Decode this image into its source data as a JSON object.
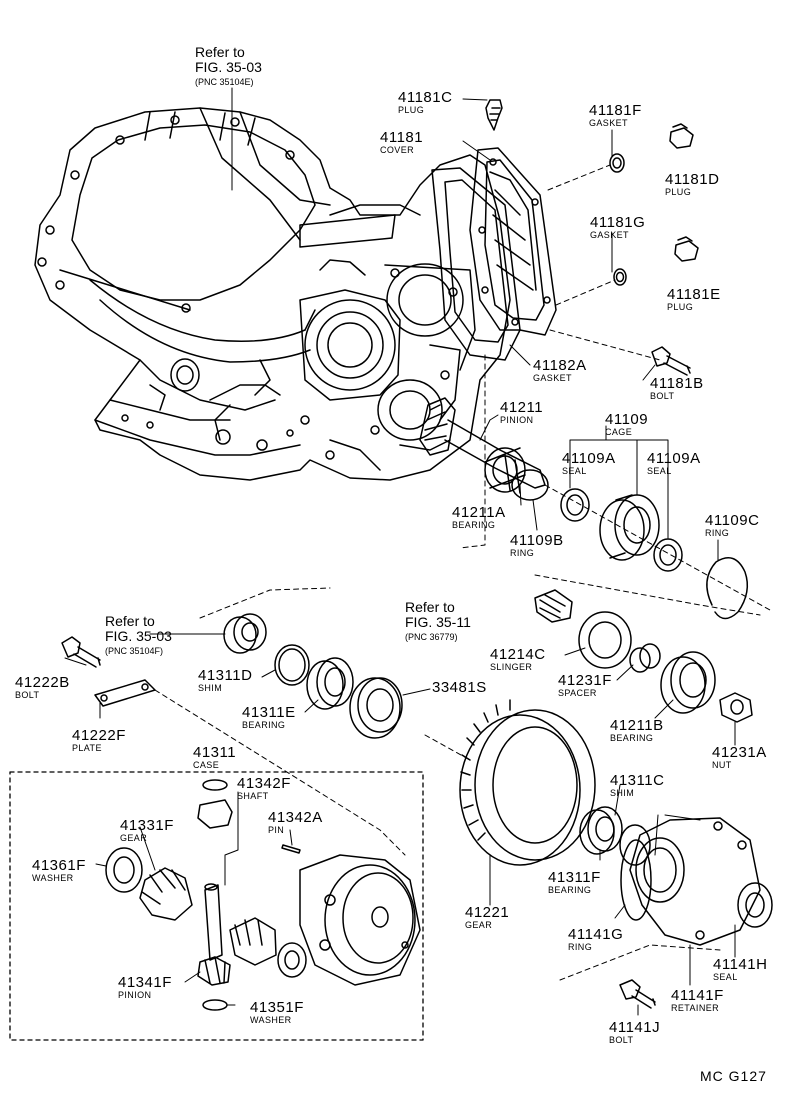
{
  "refs": [
    {
      "line1": "Refer to",
      "line2": "FIG. 35-03",
      "line3": "(PNC 35104E)"
    },
    {
      "line1": "Refer to",
      "line2": "FIG. 35-03",
      "line3": "(PNC 35104F)"
    },
    {
      "line1": "Refer to",
      "line2": "FIG. 35-11",
      "line3": "(PNC 36779)"
    }
  ],
  "parts": {
    "p41181c": {
      "number": "41181C",
      "name": "PLUG"
    },
    "p41181": {
      "number": "41181",
      "name": "COVER"
    },
    "p41181f": {
      "number": "41181F",
      "name": "GASKET"
    },
    "p41181d": {
      "number": "41181D",
      "name": "PLUG"
    },
    "p41181g": {
      "number": "41181G",
      "name": "GASKET"
    },
    "p41181e": {
      "number": "41181E",
      "name": "PLUG"
    },
    "p41182a": {
      "number": "41182A",
      "name": "GASKET"
    },
    "p41181b": {
      "number": "41181B",
      "name": "BOLT"
    },
    "p41211": {
      "number": "41211",
      "name": "PINION"
    },
    "p41109": {
      "number": "41109",
      "name": "CAGE"
    },
    "p41109a_l": {
      "number": "41109A",
      "name": "SEAL"
    },
    "p41109a_r": {
      "number": "41109A",
      "name": "SEAL"
    },
    "p41211a": {
      "number": "41211A",
      "name": "BEARING"
    },
    "p41109b": {
      "number": "41109B",
      "name": "RING"
    },
    "p41109c": {
      "number": "41109C",
      "name": "RING"
    },
    "p41214c": {
      "number": "41214C",
      "name": "SLINGER"
    },
    "p41231f": {
      "number": "41231F",
      "name": "SPACER"
    },
    "p41211b": {
      "number": "41211B",
      "name": "BEARING"
    },
    "p41231a": {
      "number": "41231A",
      "name": "NUT"
    },
    "p41222b": {
      "number": "41222B",
      "name": "BOLT"
    },
    "p41222f": {
      "number": "41222F",
      "name": "PLATE"
    },
    "p41311d": {
      "number": "41311D",
      "name": "SHIM"
    },
    "p41311e": {
      "number": "41311E",
      "name": "BEARING"
    },
    "p33481s": {
      "number": "33481S",
      "name": ""
    },
    "p41311": {
      "number": "41311",
      "name": "CASE"
    },
    "p41342f": {
      "number": "41342F",
      "name": "SHAFT"
    },
    "p41342a": {
      "number": "41342A",
      "name": "PIN"
    },
    "p41331f": {
      "number": "41331F",
      "name": "GEAR"
    },
    "p41361f": {
      "number": "41361F",
      "name": "WASHER"
    },
    "p41341f": {
      "number": "41341F",
      "name": "PINION"
    },
    "p41351f": {
      "number": "41351F",
      "name": "WASHER"
    },
    "p41221": {
      "number": "41221",
      "name": "GEAR"
    },
    "p41311c": {
      "number": "41311C",
      "name": "SHIM"
    },
    "p41311f": {
      "number": "41311F",
      "name": "BEARING"
    },
    "p41141g": {
      "number": "41141G",
      "name": "RING"
    },
    "p41141h": {
      "number": "41141H",
      "name": "SEAL"
    },
    "p41141f": {
      "number": "41141F",
      "name": "RETAINER"
    },
    "p41141j": {
      "number": "41141J",
      "name": "BOLT"
    }
  },
  "figure_code": "MC G127"
}
